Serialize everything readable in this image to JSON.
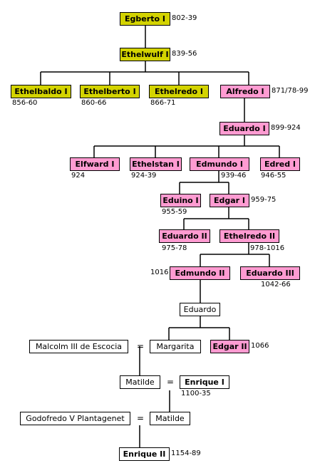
{
  "people": [
    {
      "name": "Egberto I",
      "dates": "802-39",
      "style": "yellow"
    },
    {
      "name": "Ethelwulf I",
      "dates": "839-56",
      "style": "yellow"
    },
    {
      "name": "Ethelbaldo I",
      "dates": "856-60",
      "style": "yellow"
    },
    {
      "name": "Ethelberto I",
      "dates": "860-66",
      "style": "yellow"
    },
    {
      "name": "Ethelredo I",
      "dates": "866-71",
      "style": "yellow"
    },
    {
      "name": "Alfredo I",
      "dates": "871/78-99",
      "style": "pink"
    },
    {
      "name": "Eduardo I",
      "dates": "899-924",
      "style": "pink"
    },
    {
      "name": "Elfward I",
      "dates": "924",
      "style": "pink"
    },
    {
      "name": "Ethelstan I",
      "dates": "924-39",
      "style": "pink"
    },
    {
      "name": "Edmundo I",
      "dates": "939-46",
      "style": "pink"
    },
    {
      "name": "Edred I",
      "dates": "946-55",
      "style": "pink"
    },
    {
      "name": "Eduino I",
      "dates": "955-59",
      "style": "pink"
    },
    {
      "name": "Edgar I",
      "dates": "959-75",
      "style": "pink"
    },
    {
      "name": "Eduardo II",
      "dates": "975-78",
      "style": "pink"
    },
    {
      "name": "Ethelredo II",
      "dates": "978-1016",
      "style": "pink"
    },
    {
      "name": "Edmundo II",
      "dates": "1016",
      "style": "pink"
    },
    {
      "name": "Eduardo III",
      "dates": "1042-66",
      "style": "pink"
    },
    {
      "name": "Eduardo",
      "dates": "",
      "style": "plain"
    },
    {
      "name": "Malcolm III de Escocia",
      "dates": "",
      "style": "plain"
    },
    {
      "name": "Margarita",
      "dates": "",
      "style": "plain"
    },
    {
      "name": "Edgar II",
      "dates": "1066",
      "style": "pink"
    },
    {
      "name": "Matilde",
      "dates": "",
      "style": "plain"
    },
    {
      "name": "Enrique I",
      "dates": "1100-35",
      "style": "plainbold"
    },
    {
      "name": "Godofredo V Plantagenet",
      "dates": "",
      "style": "plain"
    },
    {
      "name": "Matilde",
      "dates": "",
      "style": "plain"
    },
    {
      "name": "Enrique II",
      "dates": "1154-89",
      "style": "plainbold"
    }
  ],
  "marriage_symbol": "="
}
